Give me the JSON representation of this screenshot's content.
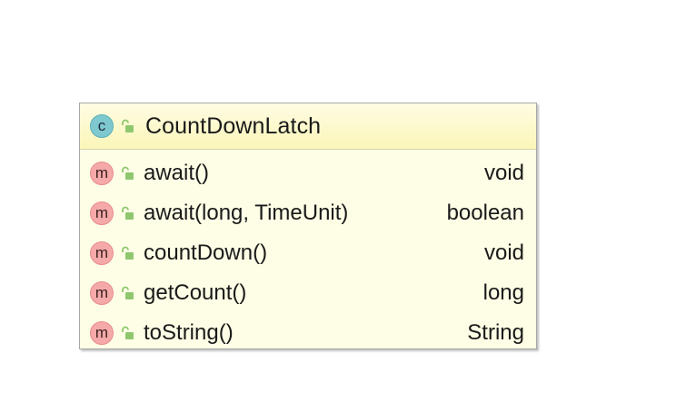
{
  "class": {
    "name": "CountDownLatch",
    "badge": "c",
    "icon": "class-icon",
    "visibility_icon": "public-lock-icon"
  },
  "members": [
    {
      "badge": "m",
      "name": "await()",
      "type": "void"
    },
    {
      "badge": "m",
      "name": "await(long, TimeUnit)",
      "type": "boolean"
    },
    {
      "badge": "m",
      "name": "countDown()",
      "type": "void"
    },
    {
      "badge": "m",
      "name": "getCount()",
      "type": "long"
    },
    {
      "badge": "m",
      "name": "toString()",
      "type": "String"
    }
  ],
  "colors": {
    "class_badge": "#7ec8cf",
    "method_badge": "#f5a9a9",
    "header_bg": "#fbf6b8",
    "body_bg": "#fefee6",
    "lock_green": "#8fc76f"
  }
}
